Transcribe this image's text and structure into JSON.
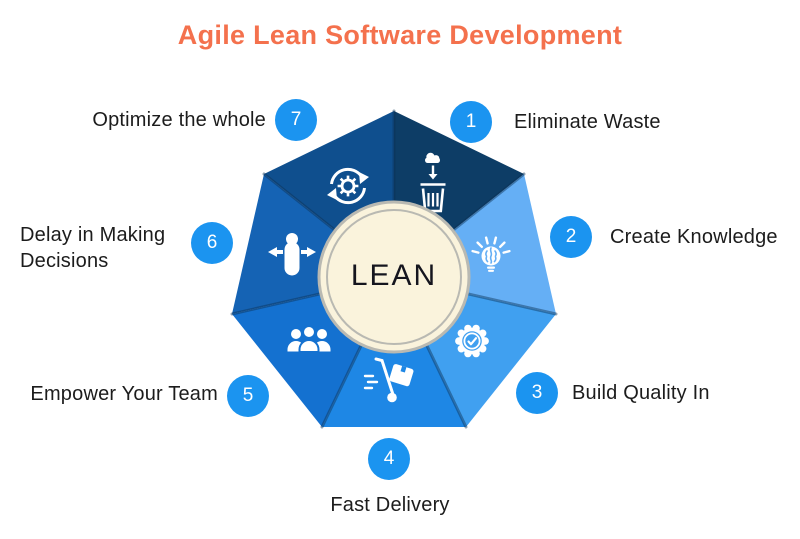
{
  "title": "Agile Lean Software Development",
  "center_label": "LEAN",
  "colors": {
    "title": "#F4714D",
    "badge": "#1B94F0",
    "label_text": "#1C1C1C",
    "center_fill": "#FAF3DC",
    "center_ring": "#B9B9B2",
    "divider": "#0A3055",
    "icon": "#FFFFFF"
  },
  "wheel": {
    "segments": [
      {
        "number": "1",
        "label": "Eliminate Waste",
        "icon": "trash-waste-icon",
        "color": "#0D3D66"
      },
      {
        "number": "2",
        "label": "Create Knowledge",
        "icon": "lightbulb-brain-icon",
        "color": "#65AFF5"
      },
      {
        "number": "3",
        "label": "Build Quality In",
        "icon": "quality-badge-check-icon",
        "color": "#40A0F0"
      },
      {
        "number": "4",
        "label": "Fast Delivery",
        "icon": "delivery-handtruck-icon",
        "color": "#1E87E5"
      },
      {
        "number": "5",
        "label": "Empower Your Team",
        "icon": "team-people-icon",
        "color": "#1471D0"
      },
      {
        "number": "6",
        "label": "Delay in Making Decisions",
        "icon": "decision-person-arrows-icon",
        "color": "#1563B4"
      },
      {
        "number": "7",
        "label": "Optimize the whole",
        "icon": "optimize-cycle-gear-icon",
        "color": "#0F4F8E"
      }
    ]
  }
}
